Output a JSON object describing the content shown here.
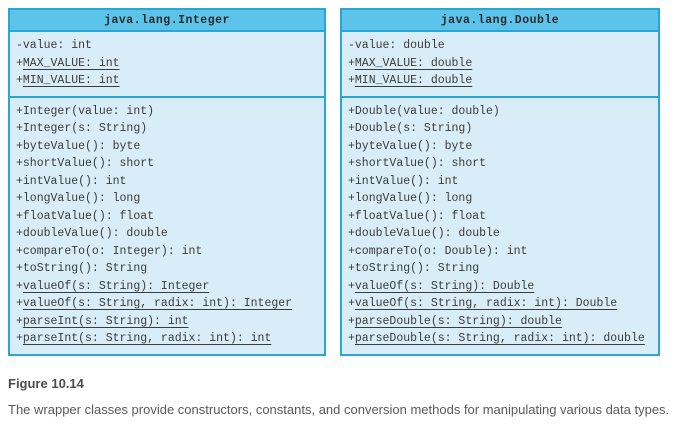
{
  "colors": {
    "header_bg": "#5cc3eb",
    "body_bg": "#d9edf8",
    "border": "#2aa6d5",
    "member_text": "#3b3b3b",
    "caption_text": "#595959"
  },
  "classes": [
    {
      "title": "java.lang.Integer",
      "attributes": [
        {
          "prefix": "-",
          "text": "value: int",
          "underline": false
        },
        {
          "prefix": "+",
          "text": "MAX_VALUE: int",
          "underline": true
        },
        {
          "prefix": "+",
          "text": "MIN_VALUE: int",
          "underline": true
        }
      ],
      "methods": [
        {
          "prefix": "+",
          "text": "Integer(value: int)",
          "underline": false
        },
        {
          "prefix": "+",
          "text": "Integer(s: String)",
          "underline": false
        },
        {
          "prefix": "+",
          "text": "byteValue(): byte",
          "underline": false
        },
        {
          "prefix": "+",
          "text": "shortValue(): short",
          "underline": false
        },
        {
          "prefix": "+",
          "text": "intValue(): int",
          "underline": false
        },
        {
          "prefix": "+",
          "text": "longValue(): long",
          "underline": false
        },
        {
          "prefix": "+",
          "text": "floatValue(): float",
          "underline": false
        },
        {
          "prefix": "+",
          "text": "doubleValue(): double",
          "underline": false
        },
        {
          "prefix": "+",
          "text": "compareTo(o: Integer): int",
          "underline": false
        },
        {
          "prefix": "+",
          "text": "toString(): String",
          "underline": false
        },
        {
          "prefix": "+",
          "text": "valueOf(s: String): Integer",
          "underline": true
        },
        {
          "prefix": "+",
          "text": "valueOf(s: String, radix: int): Integer",
          "underline": true
        },
        {
          "prefix": "+",
          "text": "parseInt(s: String): int",
          "underline": true
        },
        {
          "prefix": "+",
          "text": "parseInt(s: String, radix: int): int",
          "underline": true
        }
      ]
    },
    {
      "title": "java.lang.Double",
      "attributes": [
        {
          "prefix": "-",
          "text": "value: double",
          "underline": false
        },
        {
          "prefix": "+",
          "text": "MAX_VALUE: double",
          "underline": true
        },
        {
          "prefix": "+",
          "text": "MIN_VALUE: double",
          "underline": true
        }
      ],
      "methods": [
        {
          "prefix": "+",
          "text": "Double(value: double)",
          "underline": false
        },
        {
          "prefix": "+",
          "text": "Double(s: String)",
          "underline": false
        },
        {
          "prefix": "+",
          "text": "byteValue(): byte",
          "underline": false
        },
        {
          "prefix": "+",
          "text": "shortValue(): short",
          "underline": false
        },
        {
          "prefix": "+",
          "text": "intValue(): int",
          "underline": false
        },
        {
          "prefix": "+",
          "text": "longValue(): long",
          "underline": false
        },
        {
          "prefix": "+",
          "text": "floatValue(): float",
          "underline": false
        },
        {
          "prefix": "+",
          "text": "doubleValue(): double",
          "underline": false
        },
        {
          "prefix": "+",
          "text": "compareTo(o: Double): int",
          "underline": false
        },
        {
          "prefix": "+",
          "text": "toString(): String",
          "underline": false
        },
        {
          "prefix": "+",
          "text": "valueOf(s: String): Double",
          "underline": true
        },
        {
          "prefix": "+",
          "text": "valueOf(s: String, radix: int): Double",
          "underline": true
        },
        {
          "prefix": "+",
          "text": "parseDouble(s: String): double",
          "underline": true
        },
        {
          "prefix": "+",
          "text": "parseDouble(s: String, radix: int): double",
          "underline": true
        }
      ]
    }
  ],
  "caption": {
    "label": "Figure 10.14",
    "text": "The wrapper classes provide constructors, constants, and conversion methods for manipulating various data types."
  }
}
